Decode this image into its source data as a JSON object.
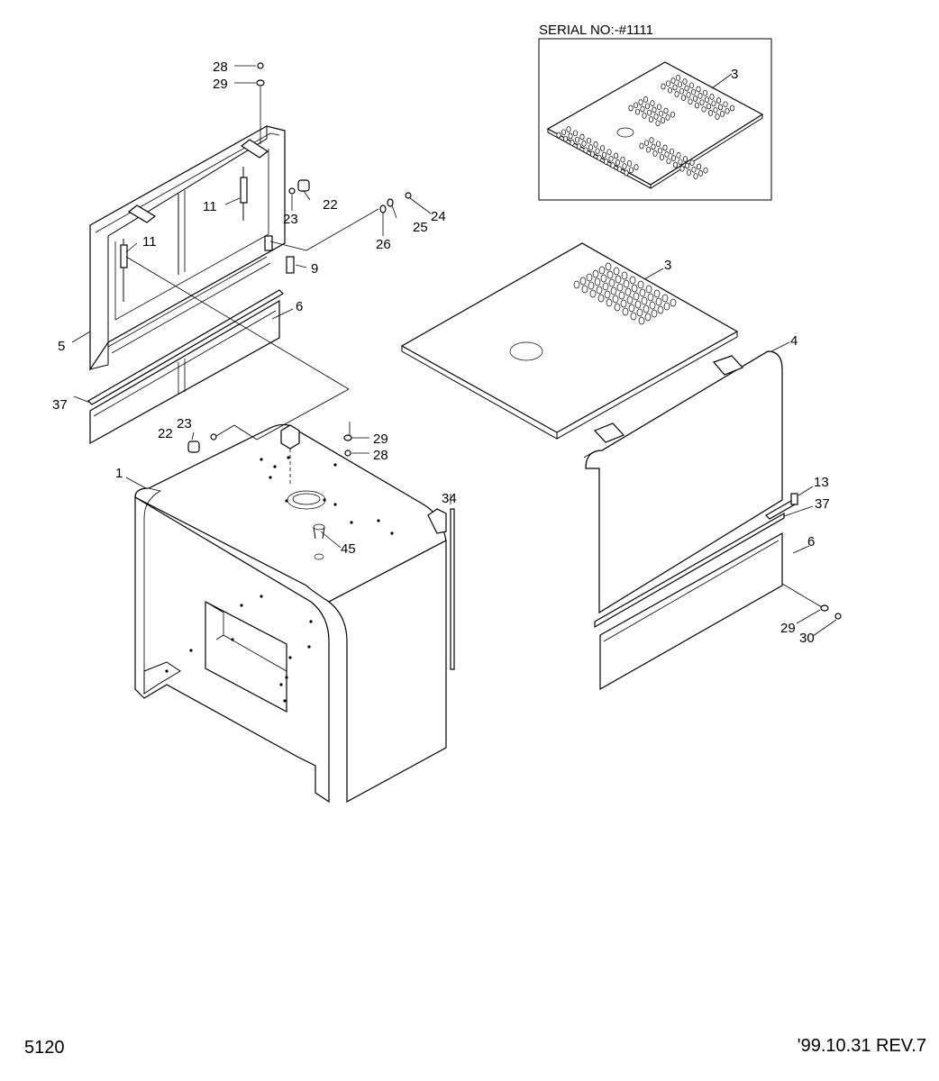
{
  "serial_box": {
    "label": "SERIAL NO:-#1111"
  },
  "callouts": {
    "c28a": "28",
    "c29a": "29",
    "c11a": "11",
    "c11b": "11",
    "c22a": "22",
    "c23a": "23",
    "c24": "24",
    "c25": "25",
    "c26": "26",
    "c9": "9",
    "c6a": "6",
    "c5": "5",
    "c37a": "37",
    "c3a": "3",
    "c3b": "3",
    "c4": "4",
    "c22b": "22",
    "c23b": "23",
    "c29b": "29",
    "c28b": "28",
    "c1": "1",
    "c34": "34",
    "c45": "45",
    "c13": "13",
    "c37b": "37",
    "c6b": "6",
    "c29c": "29",
    "c30": "30"
  },
  "footer": {
    "page_no": "5120",
    "revision": "'99.10.31  REV.7"
  }
}
